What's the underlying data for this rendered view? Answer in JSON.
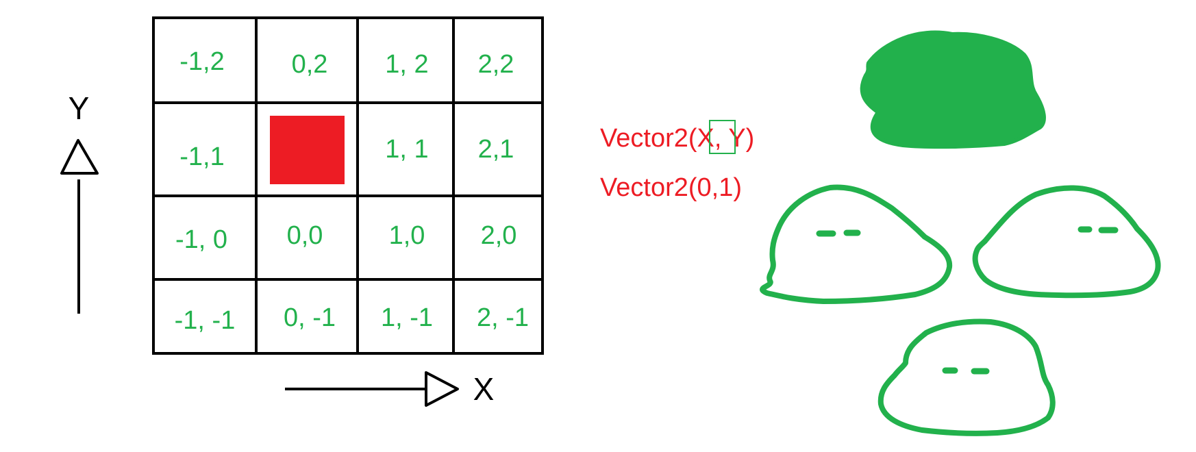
{
  "grid": {
    "rows": [
      [
        "-1,2",
        "0,2",
        "1, 2",
        "2,2"
      ],
      [
        "-1,1",
        "",
        "1, 1",
        "2,1"
      ],
      [
        "-1, 0",
        "0,0",
        "1,0",
        "2,0"
      ],
      [
        "-1, -1",
        "0, -1",
        "1, -1",
        "2, -1"
      ]
    ],
    "highlighted_cell": "0,1"
  },
  "axes": {
    "y_label": "Y",
    "x_label": "X"
  },
  "vectors": {
    "line1_prefix": "Vector2(",
    "line1_x": "X",
    "line1_suffix": ", Y)",
    "line2": "Vector2(0,1)"
  },
  "colors": {
    "label_green": "#22b14c",
    "highlight_red": "#ed1c24",
    "grid_line": "#000000",
    "blob_green": "#22b14c"
  },
  "blobs": {
    "count": 4,
    "active": "top",
    "others": [
      "left",
      "right",
      "bottom"
    ]
  }
}
